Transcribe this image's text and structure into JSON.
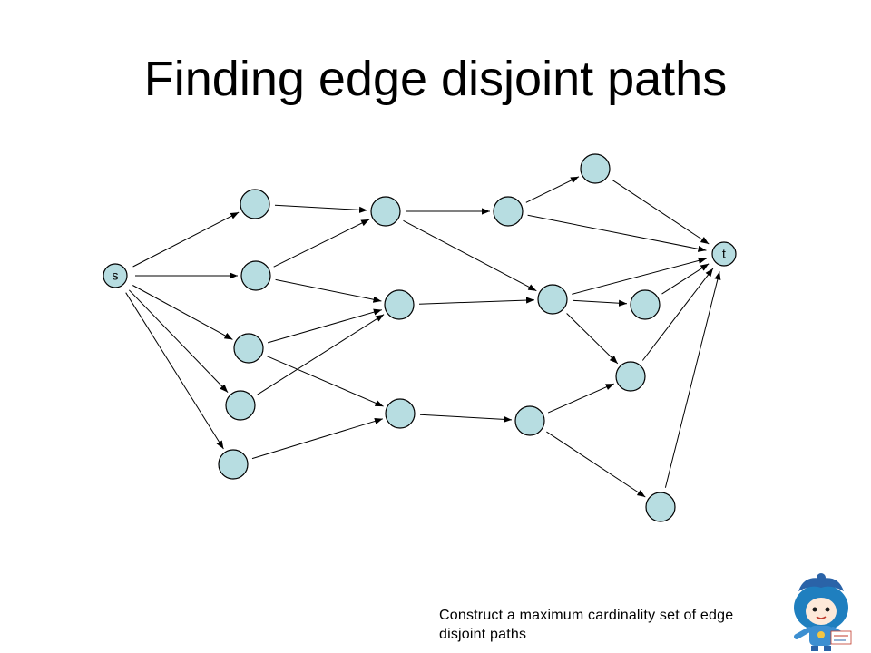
{
  "title": "Finding edge disjoint paths",
  "caption": "Construct a maximum cardinality set of edge disjoint paths",
  "colors": {
    "node_fill": "#b7dde1",
    "stroke": "#000000",
    "background": "#ffffff"
  },
  "graph": {
    "nodes": [
      {
        "id": "s",
        "label": "s"
      },
      {
        "id": "t",
        "label": "t"
      },
      {
        "id": "a1",
        "label": ""
      },
      {
        "id": "a2",
        "label": ""
      },
      {
        "id": "a3",
        "label": ""
      },
      {
        "id": "a4",
        "label": ""
      },
      {
        "id": "a5",
        "label": ""
      },
      {
        "id": "b1",
        "label": ""
      },
      {
        "id": "b2",
        "label": ""
      },
      {
        "id": "b3",
        "label": ""
      },
      {
        "id": "c1",
        "label": ""
      },
      {
        "id": "c2",
        "label": ""
      },
      {
        "id": "c3",
        "label": ""
      },
      {
        "id": "d1",
        "label": ""
      },
      {
        "id": "d2",
        "label": ""
      },
      {
        "id": "d3",
        "label": ""
      },
      {
        "id": "d4",
        "label": ""
      }
    ],
    "edges": [
      [
        "s",
        "a1"
      ],
      [
        "s",
        "a2"
      ],
      [
        "s",
        "a3"
      ],
      [
        "s",
        "a4"
      ],
      [
        "s",
        "a5"
      ],
      [
        "a1",
        "b1"
      ],
      [
        "a2",
        "b1"
      ],
      [
        "a2",
        "b2"
      ],
      [
        "a3",
        "b2"
      ],
      [
        "a3",
        "b3"
      ],
      [
        "a4",
        "b2"
      ],
      [
        "a5",
        "b3"
      ],
      [
        "b1",
        "c1"
      ],
      [
        "b1",
        "c2"
      ],
      [
        "b2",
        "c2"
      ],
      [
        "b3",
        "c3"
      ],
      [
        "c1",
        "d1"
      ],
      [
        "c1",
        "t"
      ],
      [
        "c2",
        "t"
      ],
      [
        "c2",
        "d2"
      ],
      [
        "c2",
        "d3"
      ],
      [
        "c3",
        "d3"
      ],
      [
        "c3",
        "d4"
      ],
      [
        "d1",
        "t"
      ],
      [
        "d2",
        "t"
      ],
      [
        "d3",
        "t"
      ],
      [
        "d4",
        "t"
      ]
    ]
  }
}
